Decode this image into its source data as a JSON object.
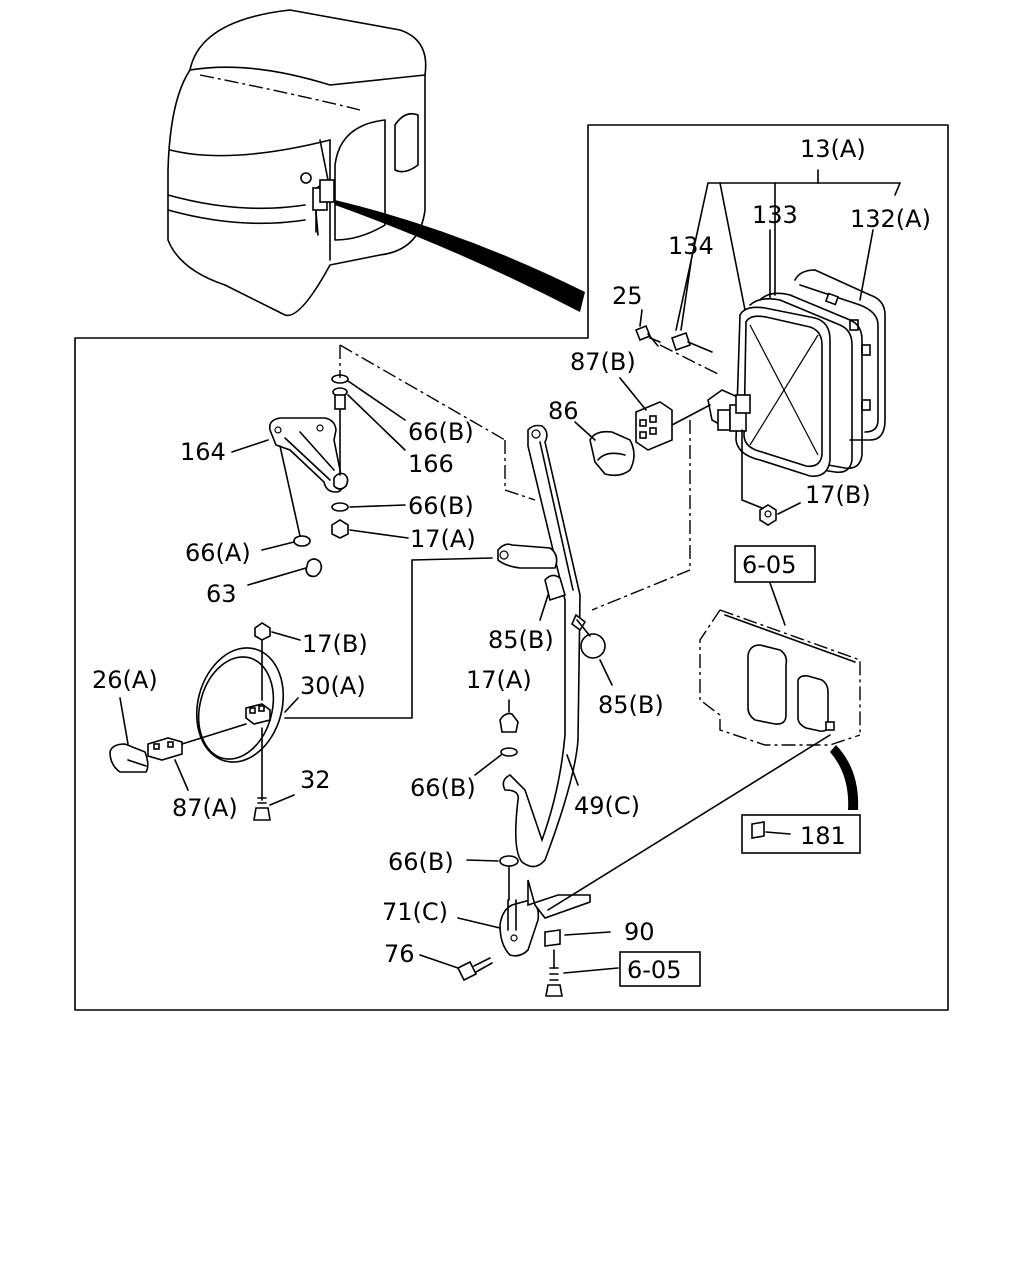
{
  "labels": {
    "l13a": "13(A)",
    "l133": "133",
    "l132a": "132(A)",
    "l134": "134",
    "l25": "25",
    "l87b": "87(B)",
    "l86": "86",
    "l66b_1": "66(B)",
    "l166": "166",
    "l164": "164",
    "l66b_2": "66(B)",
    "l17a_1": "17(A)",
    "l66a": "66(A)",
    "l63": "63",
    "l17b_1": "17(B)",
    "l605_top": "6-05",
    "l85b_1": "85(B)",
    "l85b_2": "85(B)",
    "l17b_2": "17(B)",
    "l26a": "26(A)",
    "l30a": "30(A)",
    "l17a_2": "17(A)",
    "l66b_3": "66(B)",
    "l49c": "49(C)",
    "l87a": "87(A)",
    "l32": "32",
    "l181": "181",
    "l66b_4": "66(B)",
    "l71c": "71(C)",
    "l90": "90",
    "l76": "76",
    "l605_bottom": "6-05"
  }
}
